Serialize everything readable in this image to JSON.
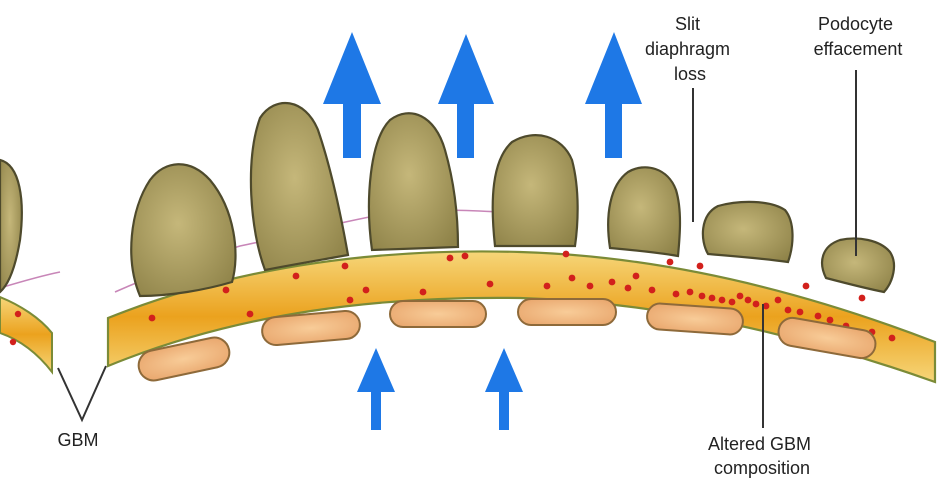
{
  "labels": {
    "slit_diaphragm": [
      "Slit",
      "diaphragm",
      "loss"
    ],
    "podocyte_effacement": [
      "Podocyte",
      "effacement"
    ],
    "gbm": "GBM",
    "altered_gbm": [
      "Altered GBM",
      "composition"
    ]
  },
  "colors": {
    "arrow": "#1E78E6",
    "podocyte": "#A89A55",
    "podocyte_outline": "#4E4A2C",
    "gbm_outer": "#F3C763",
    "gbm_inner": "#E99A1A",
    "gbm_edge": "#7B8B37",
    "endothelial": "#F0B47A",
    "dots": "#D2201C",
    "slit_line": "#C886B8"
  }
}
